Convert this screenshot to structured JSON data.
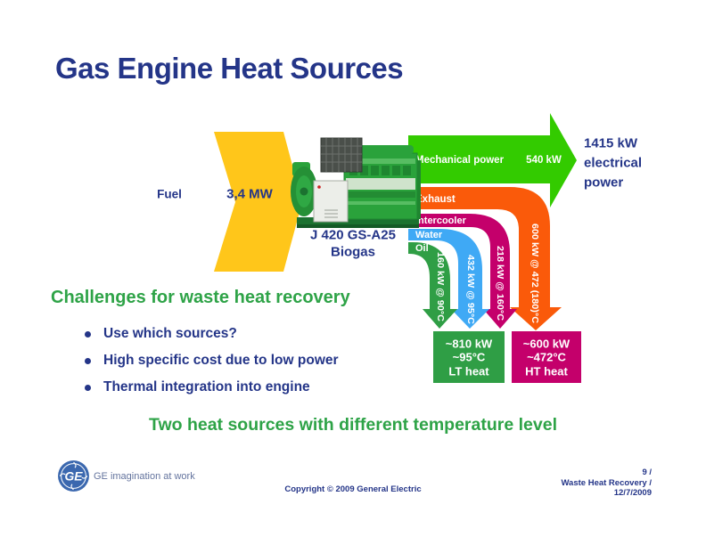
{
  "slide": {
    "title": "Gas Engine Heat Sources",
    "colors": {
      "title_blue": "#243588",
      "green_text": "#2EA347",
      "mech_green": "#33CB00",
      "exhaust_orange": "#FA5A0A",
      "intercooler_magenta": "#C4006B",
      "water_blue": "#3FA9F5",
      "oil_green": "#2F9E45",
      "fuel_yellow": "#FFC61A",
      "lt_box_green": "#2F9E45",
      "ht_box_magenta": "#C4006B",
      "white": "#FFFFFF"
    }
  },
  "diagram": {
    "fuel_label": "Fuel",
    "fuel_value": "3,4 MW",
    "engine_label_line1": "J 420 GS-A25",
    "engine_label_line2": "Biogas",
    "mechanical": {
      "label": "Mechanical power",
      "value": "540 kW"
    },
    "electrical": {
      "line1": "1415 kW",
      "line2": "electrical",
      "line3": "power"
    },
    "flows": [
      {
        "name": "Exhaust",
        "value": "600 kW @ 472 (180)°C"
      },
      {
        "name": "Intercooler",
        "value": "218 kW @ 160°C"
      },
      {
        "name": "Water",
        "value": "432 kW @ 95°C"
      },
      {
        "name": "Oil",
        "value": "160 kW @ 90°C"
      }
    ],
    "lt_box": {
      "kw": "~810 kW",
      "temp": "~95°C",
      "label": "LT heat"
    },
    "ht_box": {
      "kw": "~600 kW",
      "temp": "~472°C",
      "label": "HT heat"
    }
  },
  "challenges": {
    "heading": "Challenges for waste heat recovery",
    "bullets": [
      "Use which sources?",
      "High specific cost due to low power",
      "Thermal integration into engine"
    ]
  },
  "conclusion": "Two heat sources with different temperature level",
  "footer": {
    "logo_monogram": "GE",
    "logo_text": "GE imagination at work",
    "copyright": "Copyright © 2009 General Electric",
    "page_info_line1": "9 /",
    "page_info_line2": "Waste Heat Recovery /",
    "page_info_line3": "12/7/2009"
  }
}
